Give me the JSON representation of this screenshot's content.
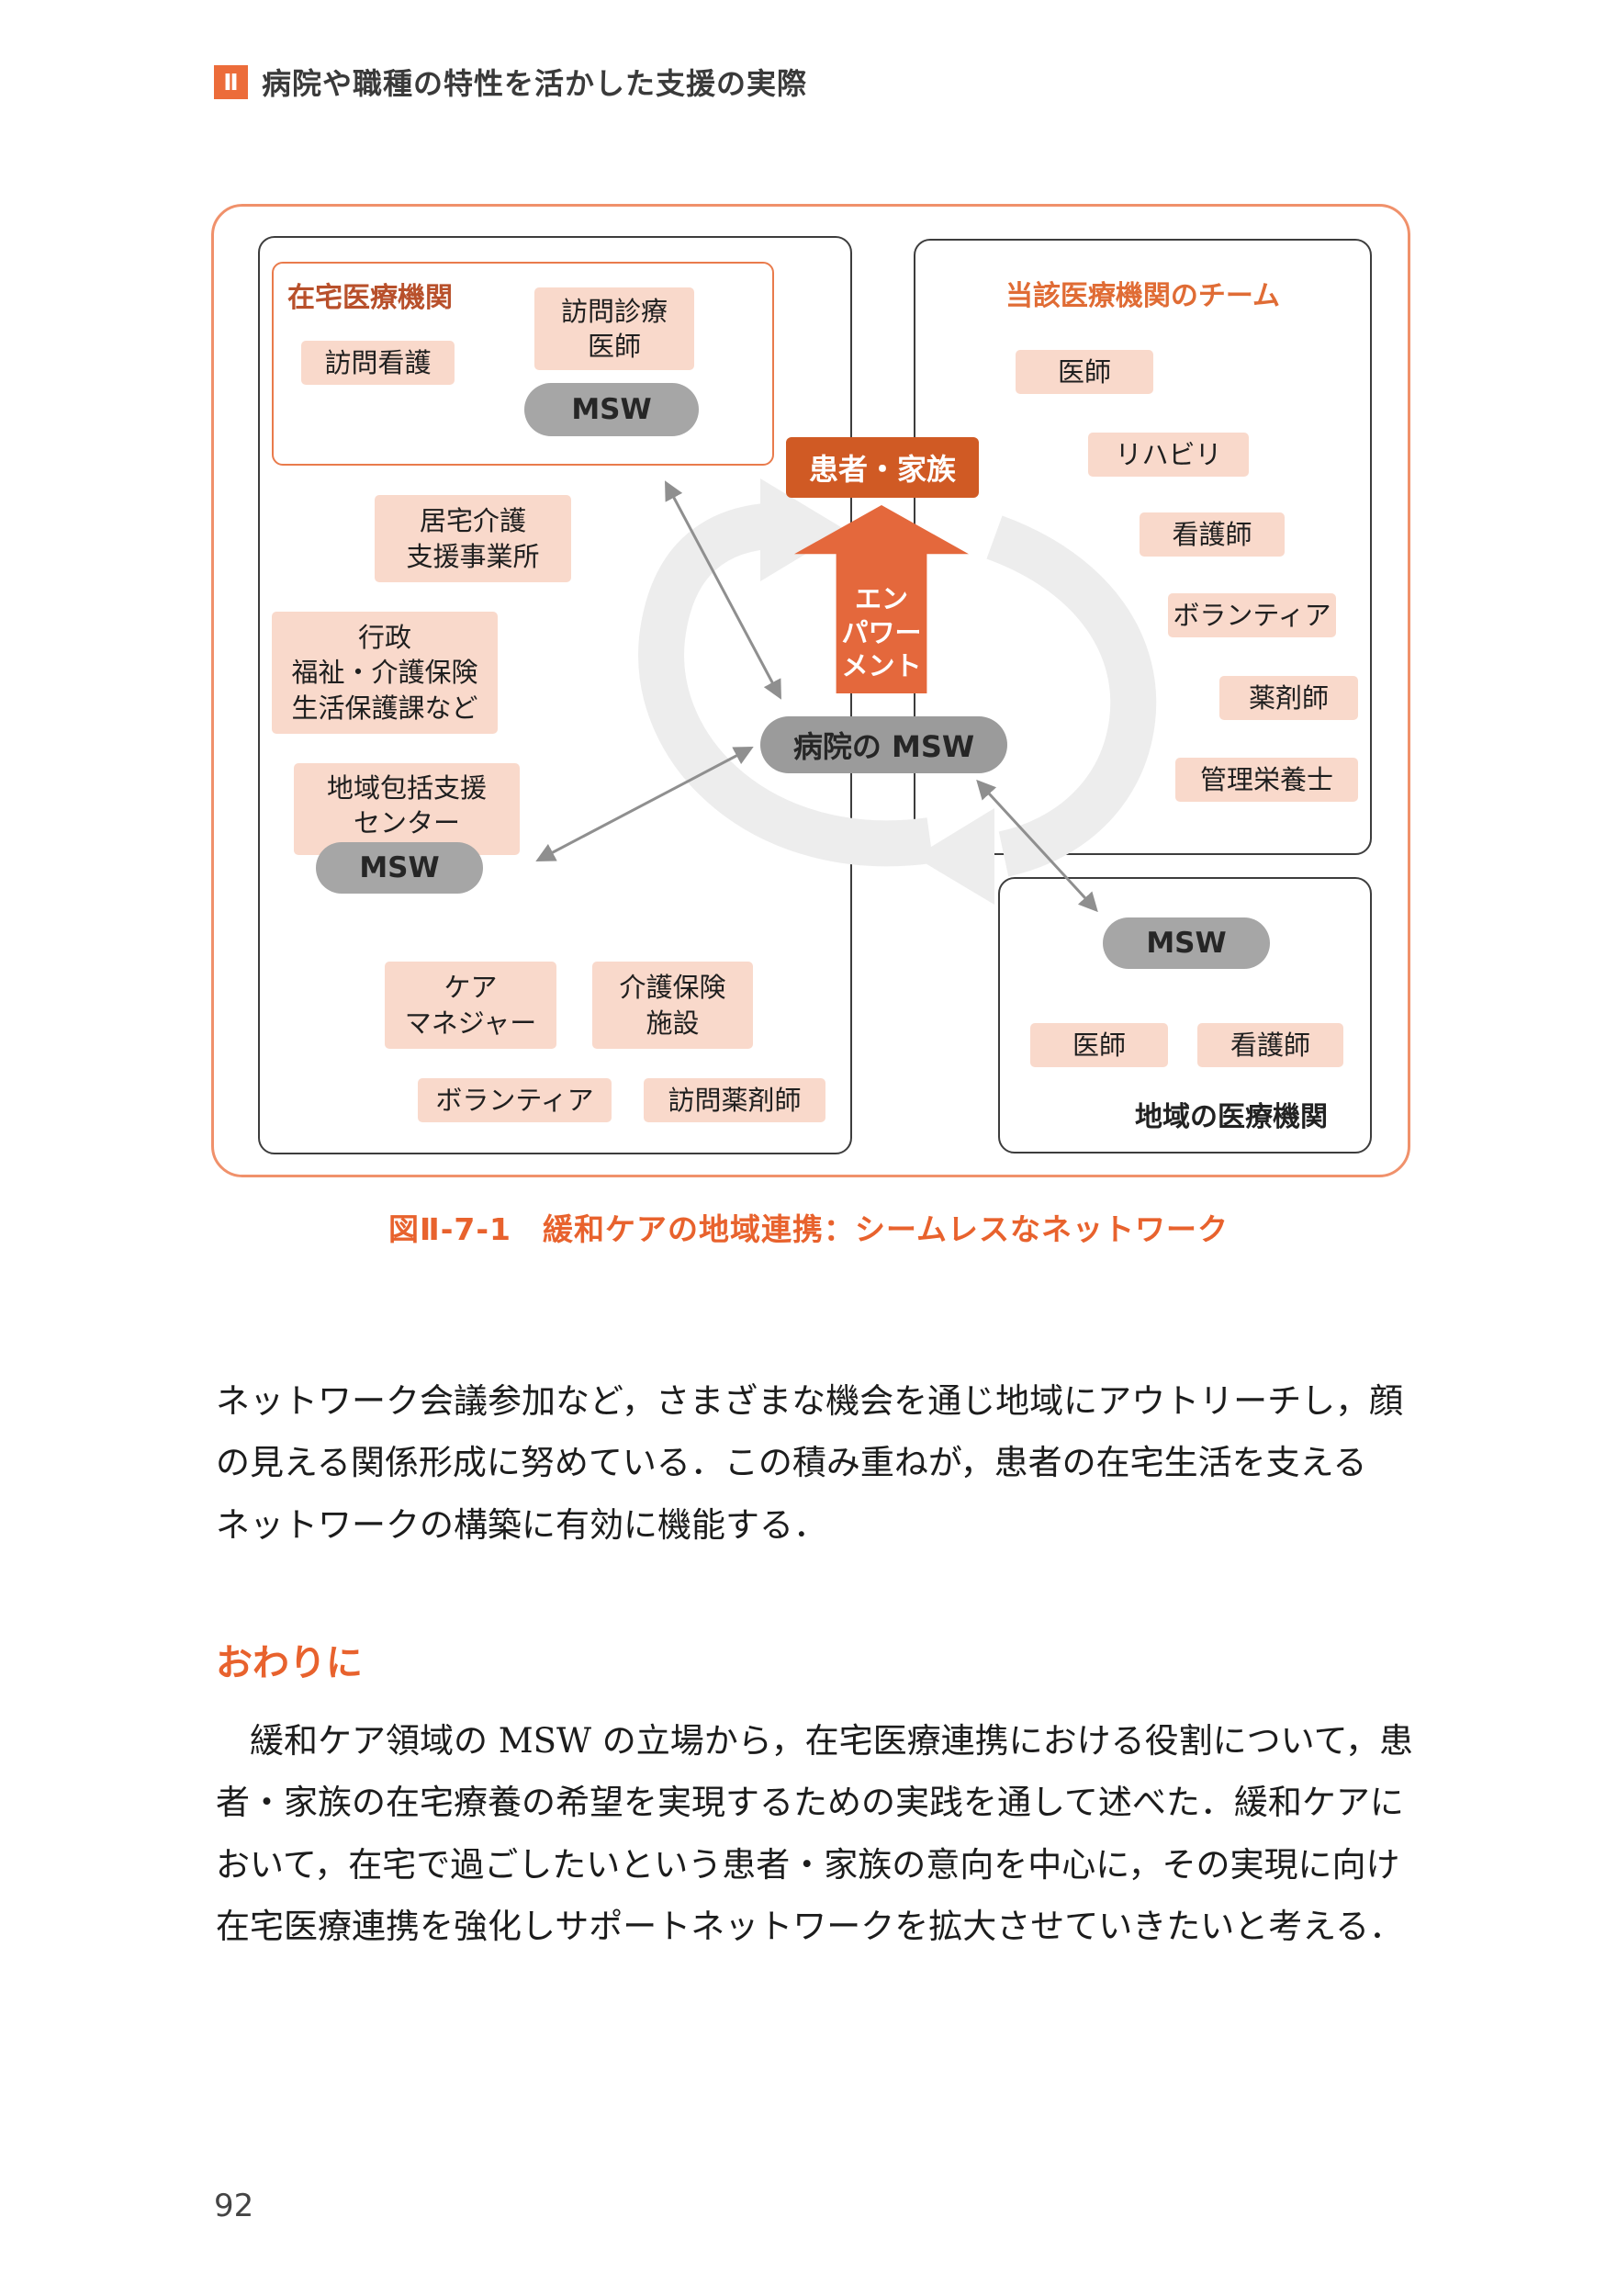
{
  "header": {
    "chapter_badge": "Ⅱ",
    "title": "病院や職種の特性を活かした支援の実際"
  },
  "figure": {
    "caption": "図Ⅱ-7-1　緩和ケアの地域連携：シームレスなネットワーク",
    "home_care": {
      "title": "在宅医療機関",
      "visiting_nursing": "訪問看護",
      "visiting_doctor": "訪問診療\n医師",
      "msw": "MSW"
    },
    "left_members": {
      "care_support_office": "居宅介護\n支援事業所",
      "government": "行政\n福祉・介護保険\n生活保護課など",
      "community_center": "地域包括支援\nセンター",
      "community_center_msw": "MSW",
      "care_manager": "ケア\nマネジャー",
      "care_insurance_facility": "介護保険\n施設",
      "volunteer": "ボランティア",
      "visiting_pharmacist": "訪問薬剤師"
    },
    "center": {
      "patient_family": "患者・家族",
      "empowerment": "エン\nパワー\nメント",
      "hospital_msw": "病院の MSW"
    },
    "hospital_team": {
      "title": "当該医療機関のチーム",
      "members": [
        "医師",
        "リハビリ",
        "看護師",
        "ボランティア",
        "薬剤師",
        "管理栄養士"
      ]
    },
    "regional_institution": {
      "label": "地域の医療機関",
      "msw": "MSW",
      "doctor": "医師",
      "nurse": "看護師"
    }
  },
  "body": {
    "paragraph1": "ネットワーク会議参加など，さまざまな機会を通じ地域にアウトリーチし，顔\nの見える関係形成に努めている．この積み重ねが，患者の在宅生活を支える\nネットワークの構築に有効に機能する．",
    "heading": "おわりに",
    "paragraph2": "　緩和ケア領域の MSW の立場から，在宅医療連携における役割について，患\n者・家族の在宅療養の希望を実現するための実践を通して述べた．緩和ケアに\nおいて，在宅で過ごしたいという患者・家族の意向を中心に，その実現に向け\n在宅医療連携を強化しサポートネットワークを拡大させていきたいと考える．"
  },
  "page_number": "92",
  "colors": {
    "accent_orange": "#e8622d",
    "label_pink": "#f9d9cb",
    "pill_gray": "#a6a6a6",
    "patient_orange": "#d05a24"
  }
}
